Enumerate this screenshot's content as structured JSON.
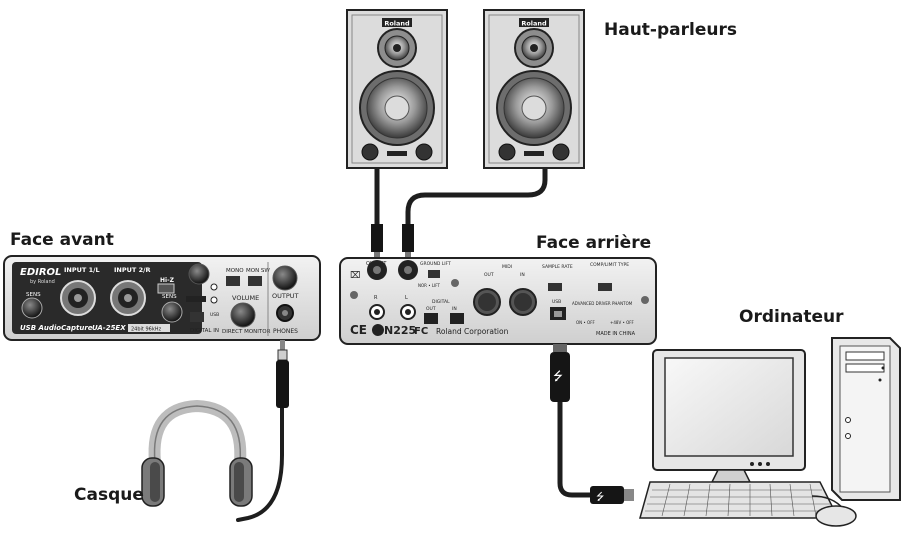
{
  "labels": {
    "speakers": "Haut-parleurs",
    "front": "Face avant",
    "rear": "Face arrière",
    "computer": "Ordinateur",
    "headphones": "Casque"
  },
  "speaker_badge": "Roland",
  "front_panel": {
    "brand": "EDIROL",
    "brand_sub": "by Roland",
    "input1": "INPUT 1/L",
    "input2": "INPUT 2/R",
    "sens": "SENS",
    "hiz": "Hi-Z",
    "mono": "MONO",
    "mon_sw": "MON SW",
    "volume": "VOLUME",
    "output": "OUTPUT",
    "phones": "PHONES",
    "digital_in": "DIGITAL IN",
    "direct_monitor": "DIRECT MONITOR",
    "usb": "USB",
    "product": "USB AudioCapture",
    "model": "UA-25EX",
    "spec": "24bit 96kHz"
  },
  "rear_panel": {
    "output": "OUTPUT",
    "ground_lift": "GROUND LIFT",
    "nor_lift": "NOR • LIFT",
    "r": "R",
    "l": "L",
    "digital": "DIGITAL",
    "out": "OUT",
    "in": "IN",
    "midi": "MIDI",
    "sample_rate": "SAMPLE RATE",
    "comp_type": "COMP/LIMIT TYPE",
    "usb": "USB",
    "advanced_driver": "ADVANCED DRIVER",
    "on_off": "ON • OFF",
    "phantom": "PHANTOM",
    "phantom_sw": "+48V • OFF",
    "model": "N225",
    "maker": "Roland Corporation",
    "made_in": "MADE IN CHINA"
  },
  "colors": {
    "cable": "#1e1e1e",
    "panel": "#e3e3e3",
    "dark": "#222222"
  }
}
